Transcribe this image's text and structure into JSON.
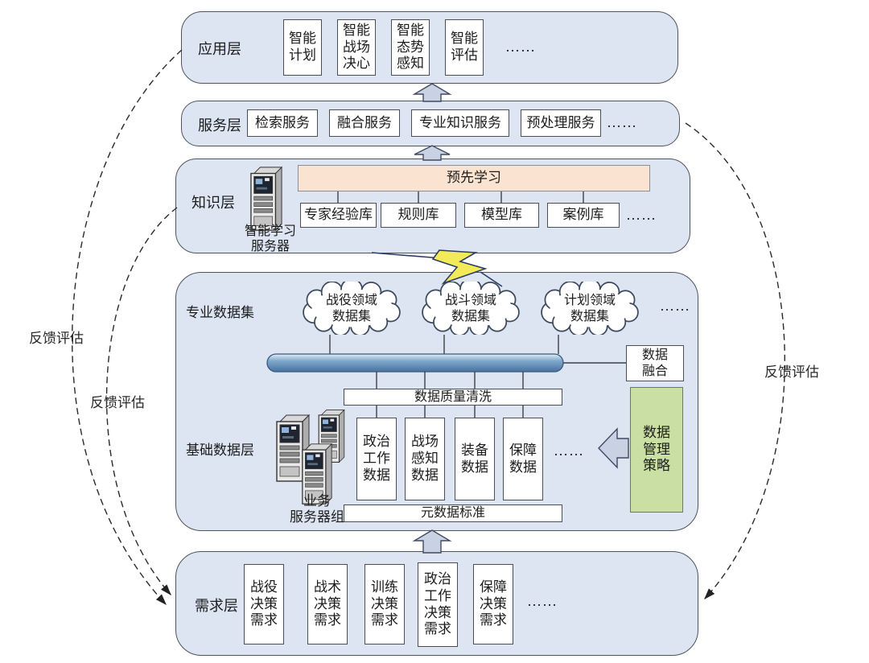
{
  "layers": {
    "application": {
      "label": "应用层",
      "items": [
        "智能\n计划",
        "智能\n战场\n决心",
        "智能\n态势\n感知",
        "智能\n评估"
      ],
      "more": "……"
    },
    "service": {
      "label": "服务层",
      "items": [
        "检索服务",
        "融合服务",
        "专业知识服务",
        "预处理服务"
      ],
      "more": "……"
    },
    "knowledge": {
      "label": "知识层",
      "server_label": "智能学习\n服务器",
      "pre_learning": "预先学习",
      "items": [
        "专家经验库",
        "规则库",
        "模型库",
        "案例库"
      ],
      "more": "……"
    },
    "data": {
      "dataset_label": "专业数据集",
      "clouds": [
        "战役领域\n数据集",
        "战斗领域\n数据集",
        "计划领域\n数据集"
      ],
      "clouds_more": "……",
      "fusion": "数据\n融合",
      "cleaning": "数据质量清洗",
      "base_label": "基础数据层",
      "base_items": [
        "政治\n工作\n数据",
        "战场\n感知\n数据",
        "装备\n数据",
        "保障\n数据"
      ],
      "base_more": "……",
      "management": "数据\n管理\n策略",
      "metadata": "元数据标准",
      "server_group_label": "业务\n服务器组"
    },
    "demand": {
      "label": "需求层",
      "items": [
        "战役\n决策\n需求",
        "战术\n决策\n需求",
        "训练\n决策\n需求",
        "政治\n工作\n决策\n需求",
        "保障\n决策\n需求"
      ],
      "more": "……"
    }
  },
  "feedback_labels": {
    "left_outer": "反馈评估",
    "left_inner": "反馈评估",
    "right": "反馈评估"
  },
  "colors": {
    "layer_fill": "#dce5f1",
    "box_border": "#4a4f57",
    "peach": "#fae3d0",
    "green": "#c9dfa3",
    "bus_blue": "#7da6cb",
    "arrow_fill": "#c9d2e3",
    "bolt_yellow": "#f2ea58"
  }
}
